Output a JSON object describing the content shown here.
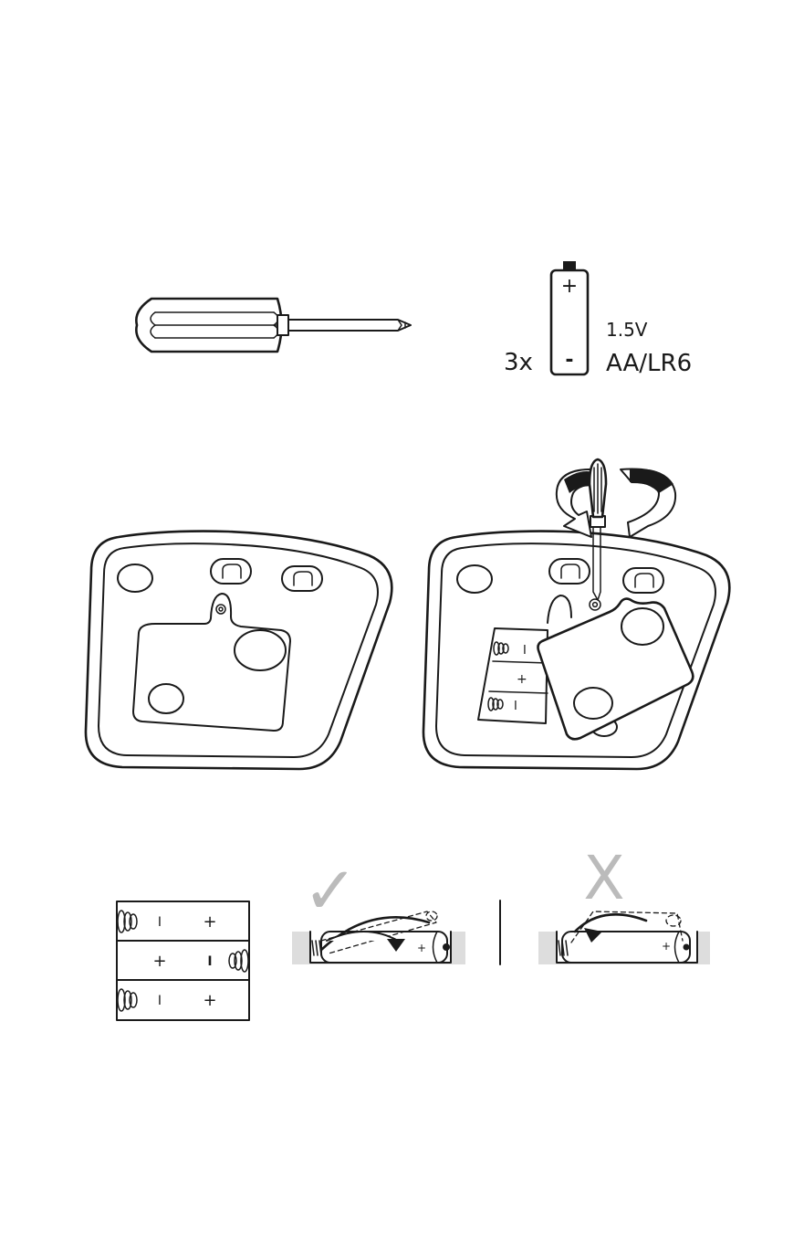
{
  "battery": {
    "quantity": "3x",
    "voltage": "1.5V",
    "type": "AA/LR6",
    "plus": "+",
    "minus": "-"
  },
  "compartment": {
    "polarity_plus": "+",
    "polarity_minus": "I"
  },
  "insertion": {
    "correct_mark": "✓",
    "wrong_mark": "X"
  },
  "colors": {
    "ink": "#1a1a1a",
    "tray_grey": "#dddddd",
    "mark_grey": "#bbbbbb"
  }
}
